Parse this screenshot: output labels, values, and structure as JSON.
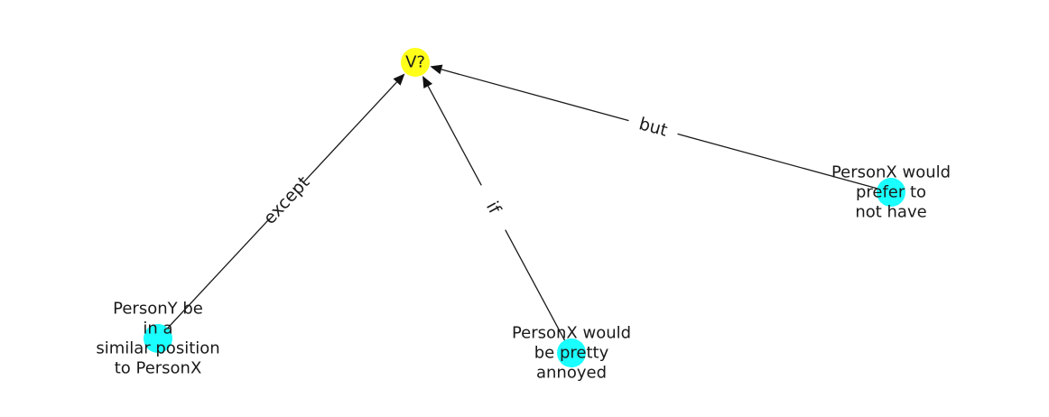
{
  "diagram": {
    "colors": {
      "target_node": "#ffff1a",
      "source_node": "#1affff",
      "edge": "#1a1a1a",
      "text": "#1a1a1a"
    },
    "nodes": [
      {
        "id": "center",
        "role": "target",
        "lines": [
          "V?"
        ]
      },
      {
        "id": "n1",
        "role": "source",
        "lines": [
          "PersonY be",
          "in a",
          "similar position",
          "to PersonX"
        ]
      },
      {
        "id": "n2",
        "role": "source",
        "lines": [
          "PersonX would",
          "be pretty",
          "annoyed"
        ]
      },
      {
        "id": "n3",
        "role": "source",
        "lines": [
          "PersonX would",
          "prefer to",
          "not have"
        ]
      }
    ],
    "edges": [
      {
        "from": "n1",
        "to": "center",
        "label": "except"
      },
      {
        "from": "n2",
        "to": "center",
        "label": "if"
      },
      {
        "from": "n3",
        "to": "center",
        "label": "but"
      }
    ]
  }
}
